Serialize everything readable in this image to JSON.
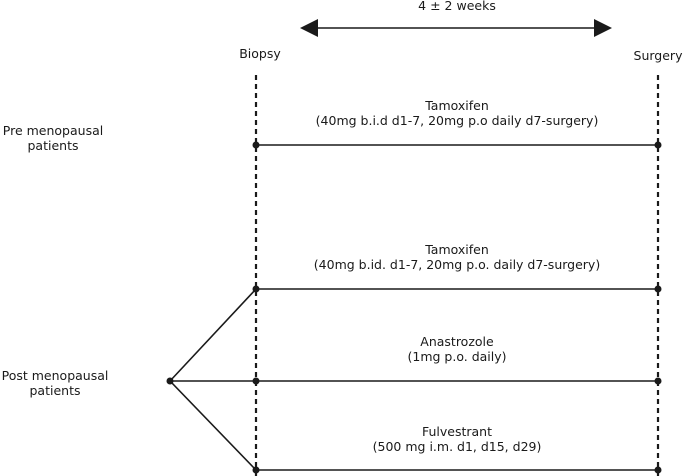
{
  "timeline": {
    "duration_label": "4 ± 2 weeks",
    "start_label": "Biopsy",
    "end_label": "Surgery"
  },
  "groups": {
    "pre": {
      "line1": "Pre menopausal",
      "line2": "patients"
    },
    "post": {
      "line1": "Post menopausal",
      "line2": "patients"
    }
  },
  "arms": [
    {
      "drug": "Tamoxifen",
      "regimen": "(40mg b.i.d d1-7, 20mg p.o daily d7-surgery)"
    },
    {
      "drug": "Tamoxifen",
      "regimen": "(40mg b.id. d1-7, 20mg p.o. daily d7-surgery)"
    },
    {
      "drug": "Anastrozole",
      "regimen": "(1mg p.o. daily)"
    },
    {
      "drug": "Fulvestrant",
      "regimen": "(500 mg i.m. d1, d15, d29)"
    }
  ],
  "colors": {
    "line": "#1a1a1a",
    "text": "#1a1a1a"
  }
}
